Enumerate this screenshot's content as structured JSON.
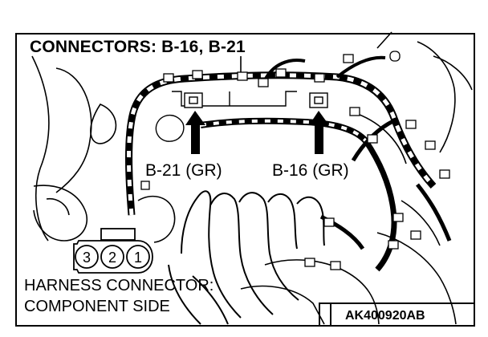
{
  "title": "CONNECTORS: B-16, B-21",
  "callouts": {
    "b21": "B-21 (GR)",
    "b16": "B-16 (GR)"
  },
  "harness_connector": {
    "line1": "HARNESS CONNECTOR:",
    "line2": "COMPONENT SIDE",
    "pins": [
      "3",
      "2",
      "1"
    ]
  },
  "figure_code": "AK400920AB"
}
